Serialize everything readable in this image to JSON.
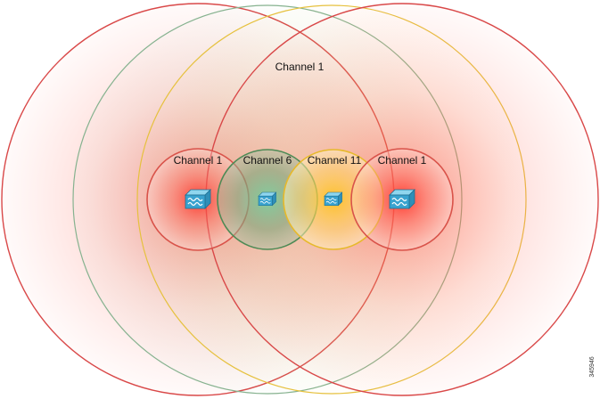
{
  "diagram": {
    "top_label": "Channel 1",
    "cells": [
      {
        "label": "Channel 1",
        "color": "#e03c3c",
        "device": "access-point-icon"
      },
      {
        "label": "Channel 6",
        "color": "#4e8a55",
        "device": "access-point-icon"
      },
      {
        "label": "Channel 11",
        "color": "#e7b92b",
        "device": "access-point-icon"
      },
      {
        "label": "Channel 1",
        "color": "#e03c3c",
        "device": "access-point-icon"
      }
    ],
    "large_coverage_colors": [
      "#d94848",
      "#6fa07a",
      "#e6c13e",
      "#d94848"
    ],
    "figure_id": "345946"
  }
}
